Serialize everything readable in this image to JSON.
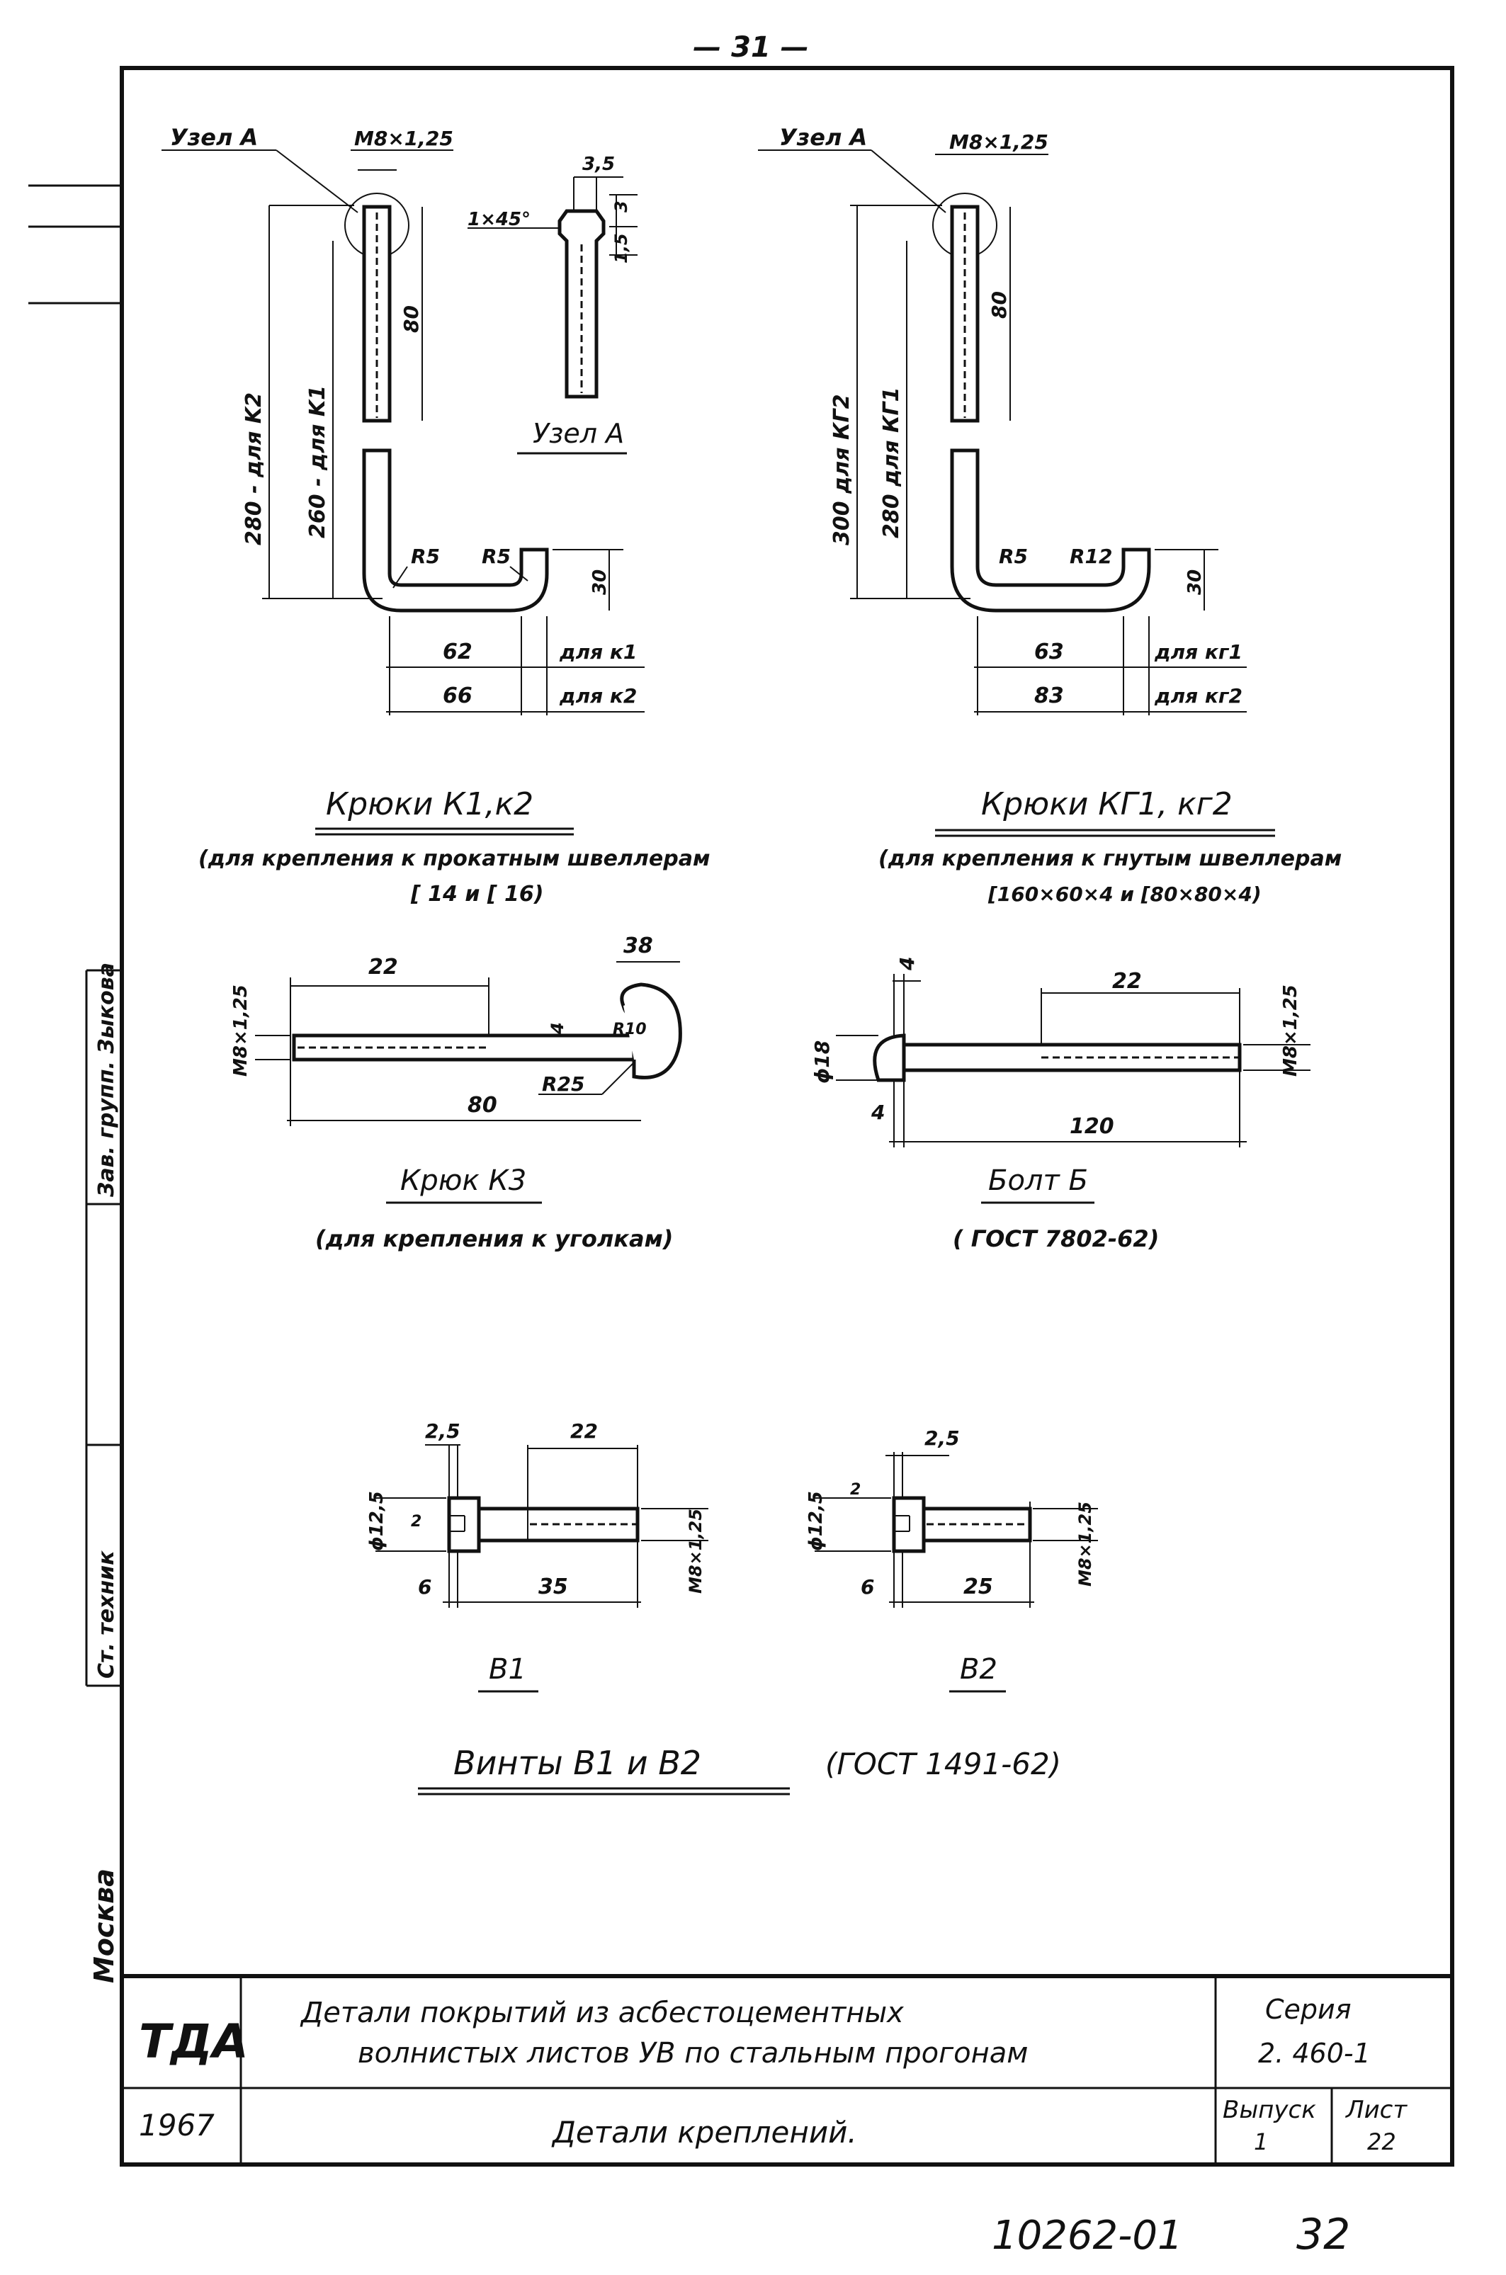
{
  "page_number": "— 31 —",
  "stamp_bottom": "10262-01",
  "page_corner": "32",
  "side_labels": {
    "top": "Зав. групп. Зыкова",
    "middle": "Ст. техник",
    "city": "Москва"
  },
  "hooks_k1k2": {
    "node_label": "Узел A",
    "thread": "M8×1,25",
    "dim_80": "80",
    "dim_280": "280 - для K2",
    "dim_260": "260 - для K1",
    "r1": "R5",
    "r2": "R5",
    "dim_30": "30",
    "dim_62": "62",
    "dim_66": "66",
    "for_k1": "для к1",
    "for_k2": "для к2",
    "title": "Крюки  К1,к2",
    "note1": "(для крепления к прокатным швеллерам",
    "note2": "[ 14  и [ 16)"
  },
  "node_a": {
    "chamfer": "1×45°",
    "dim_35": "3,5",
    "dim_3": "3",
    "dim_15": "1,5",
    "title": "Узел A"
  },
  "hooks_kg": {
    "node_label": "Узел A",
    "thread": "M8×1,25",
    "dim_80": "80",
    "dim_300": "300  для  КГ2",
    "dim_280": "280  для  КГ1",
    "r1": "R5",
    "r2": "R12",
    "dim_30": "30",
    "dim_63": "63",
    "dim_83": "83",
    "for_kg1": "для  кг1",
    "for_kg2": "для  кг2",
    "title": "Крюки  КГ1,  кг2",
    "note1": "(для  крепления  к гнутым  швеллерам",
    "note2": "[160×60×4 и [80×80×4)"
  },
  "hook_k3": {
    "dim_22": "22",
    "dim_38": "38",
    "thread": "M8×1,25",
    "dim_4": "4",
    "dim_r": "R25",
    "dim_r2": "R10",
    "dim_80": "80",
    "title": "Крюк  К3",
    "note": "(для  крепления  к уголкам)"
  },
  "bolt_b": {
    "dim_4a": "4",
    "dim_22": "22",
    "dim_d18": "ϕ18",
    "thread": "M8×1,25",
    "dim_4b": "4",
    "dim_120": "120",
    "title": "Болт Б",
    "note": "( ГОСТ 7802-62)"
  },
  "screw_b1": {
    "dim_25": "2,5",
    "dim_22": "22",
    "dim_d": "ϕ12,5",
    "dim_2": "2",
    "dim_6": "6",
    "dim_35": "35",
    "thread": "M8×1,25",
    "label": "В1"
  },
  "screw_b2": {
    "dim_25": "2,5",
    "dim_d": "ϕ12,5",
    "dim_2": "2",
    "dim_6": "6",
    "dim_25b": "25",
    "thread": "M8×1,25",
    "label": "В2"
  },
  "screws_title": "Винты  В1  и  В2",
  "screws_gost": "(ГОСТ 1491-62)",
  "title_block": {
    "org": "ТДА",
    "year": "1967",
    "desc1": "Детали   покрытий  из  асбестоцементных",
    "desc2": "волнистых   листов УВ  по стальным  прогонам",
    "sheet_title": "Детали    креплений.",
    "series_label": "Серия",
    "series_value": "2. 460-1",
    "issue_label": "Выпуск",
    "issue_value": "1",
    "sheet_label": "Лист",
    "sheet_value": "22"
  }
}
